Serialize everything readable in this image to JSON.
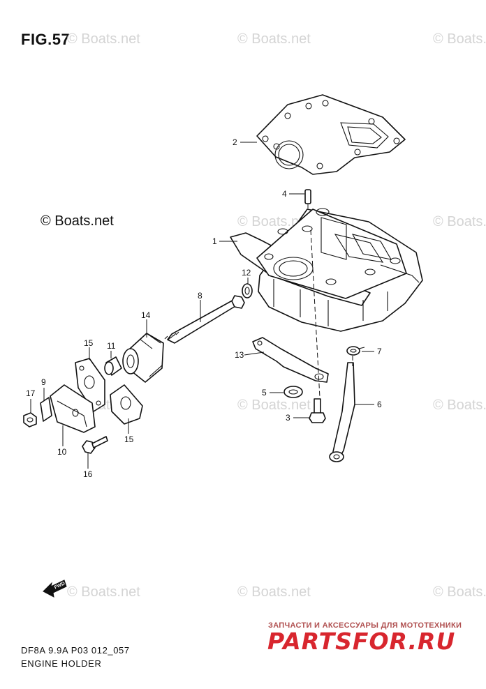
{
  "figure": {
    "title": "FIG.57"
  },
  "watermark": {
    "text": "© Boats.net"
  },
  "footer": {
    "model": "DF8A 9.9A P03 012_057",
    "section": "ENGINE HOLDER"
  },
  "shop": {
    "tagline": "ЗАПЧАСТИ И АКСЕССУАРЫ ДЛЯ МОТОТЕХНИКИ",
    "logo": "PARTSFOR.RU"
  },
  "fwd_arrow": {
    "label": "FWD",
    "icon": "fwd-arrow-icon"
  },
  "callouts": {
    "c1": "1",
    "c2": "2",
    "c3": "3",
    "c4": "4",
    "c5": "5",
    "c6": "6",
    "c7": "7",
    "c8": "8",
    "c9": "9",
    "c10": "10",
    "c11": "11",
    "c12": "12",
    "c13": "13",
    "c14": "14",
    "c15a": "15",
    "c15b": "15",
    "c16": "16",
    "c17": "17"
  }
}
